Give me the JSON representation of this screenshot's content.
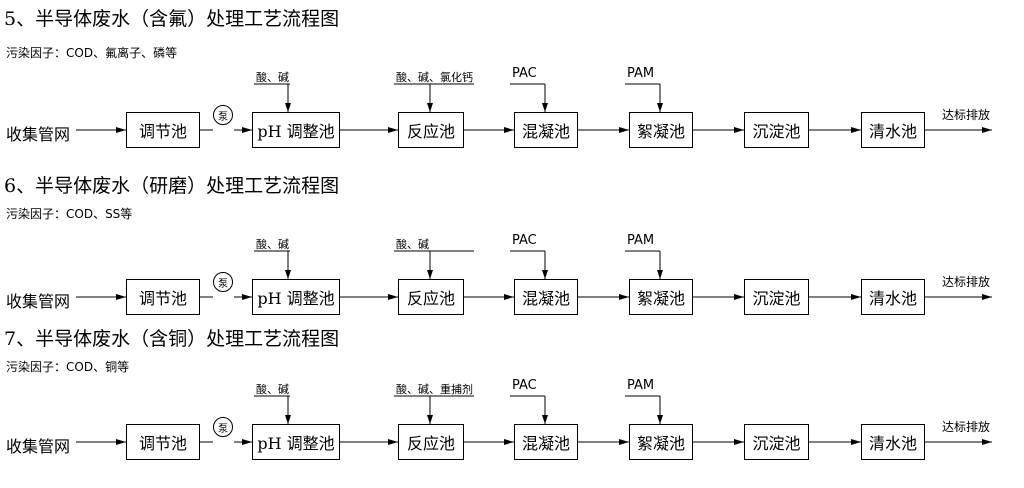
{
  "sections": [
    {
      "title": "5、半导体废水（含氟）处理工艺流程图",
      "pollutants": "污染因子：COD、氟离子、磷等",
      "source": "收集管网",
      "pump": "泵",
      "units": [
        "调节池",
        "pH 调整池",
        "反应池",
        "混凝池",
        "絮凝池",
        "沉淀池",
        "清水池"
      ],
      "reagents": [
        "酸、碱",
        "酸、碱、氯化钙",
        "PAC",
        "PAM"
      ],
      "outlet": "达标排放"
    },
    {
      "title": "6、半导体废水（研磨）处理工艺流程图",
      "pollutants": "污染因子：COD、SS等",
      "source": "收集管网",
      "pump": "泵",
      "units": [
        "调节池",
        "pH 调整池",
        "反应池",
        "混凝池",
        "絮凝池",
        "沉淀池",
        "清水池"
      ],
      "reagents": [
        "酸、碱",
        "酸、碱",
        "PAC",
        "PAM"
      ],
      "outlet": "达标排放"
    },
    {
      "title": "7、半导体废水（含铜）处理工艺流程图",
      "pollutants": "污染因子：COD、铜等",
      "source": "收集管网",
      "pump": "泵",
      "units": [
        "调节池",
        "pH 调整池",
        "反应池",
        "混凝池",
        "絮凝池",
        "沉淀池",
        "清水池"
      ],
      "reagents": [
        "酸、碱",
        "酸、碱、重捕剂",
        "PAC",
        "PAM"
      ],
      "outlet": "达标排放"
    }
  ]
}
